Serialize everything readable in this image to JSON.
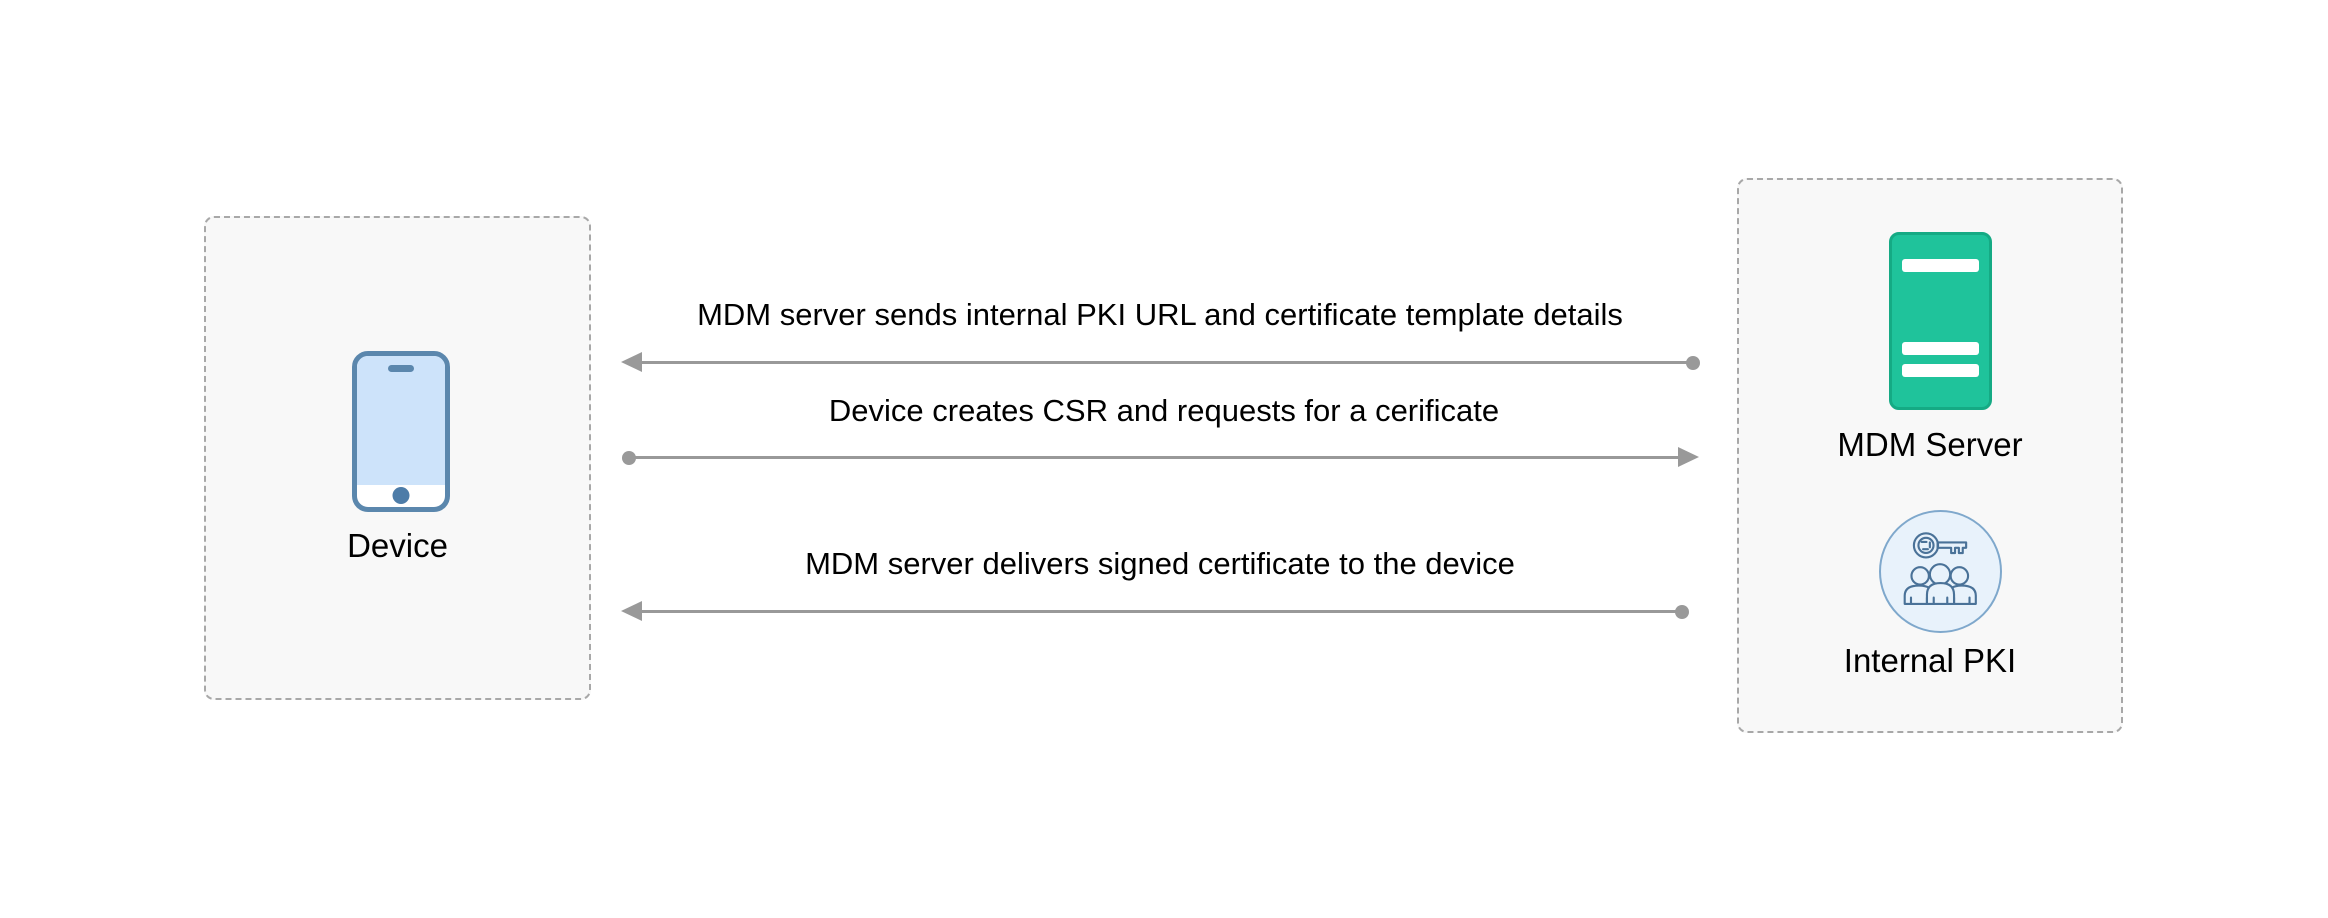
{
  "diagram": {
    "actors": {
      "device": {
        "label": "Device",
        "icon": "smartphone-icon"
      },
      "mdm_server": {
        "label": "MDM Server",
        "icon": "server-icon"
      },
      "internal_pki": {
        "label": "Internal PKI",
        "icon": "pki-key-users-icon"
      }
    },
    "messages": [
      {
        "label": "MDM server sends internal PKI URL and certificate template details",
        "from": "MDM Server",
        "to": "Device",
        "direction": "left"
      },
      {
        "label": "Device creates CSR and requests for a cerificate",
        "from": "Device",
        "to": "MDM Server",
        "direction": "right"
      },
      {
        "label": "MDM server delivers signed certificate to the device",
        "from": "MDM Server",
        "to": "Device",
        "direction": "left"
      }
    ],
    "colors": {
      "box_fill": "#f8f8f8",
      "box_border": "#a8a8a8",
      "arrow": "#999999",
      "phone_stroke": "#5b87ad",
      "phone_screen": "#cde3fa",
      "phone_home": "#4d7ca8",
      "server_fill": "#1fc39b",
      "server_border": "#15aa84",
      "pki_fill": "#e8f2fb",
      "pki_stroke": "#7fa8cc",
      "pki_glyph": "#4a7298"
    }
  }
}
